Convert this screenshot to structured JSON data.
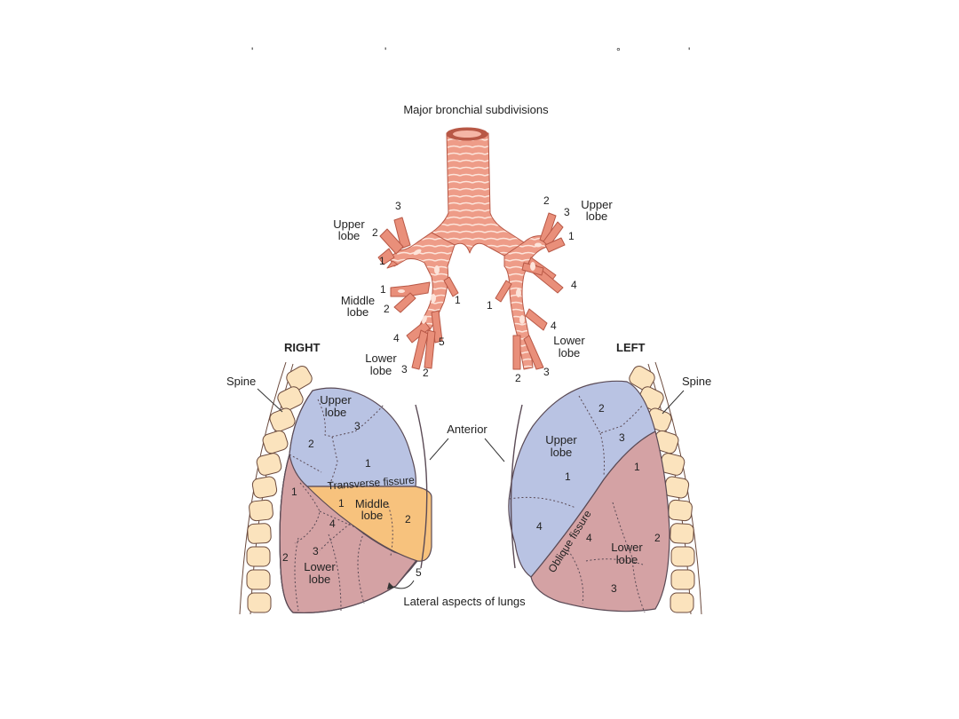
{
  "top_marks": [
    "'",
    "'",
    "°",
    "'"
  ],
  "title": "Major bronchial subdivisions",
  "bronchi": {
    "right_upper": {
      "label_1": "Upper",
      "label_2": "lobe",
      "n3": "3",
      "n2": "2",
      "n1": "1"
    },
    "right_middle": {
      "label_1": "Middle",
      "label_2": "lobe",
      "n1": "1",
      "n2": "2"
    },
    "right_lower": {
      "label_1": "Lower",
      "label_2": "lobe",
      "n1": "1",
      "n4": "4",
      "n5": "5",
      "n3": "3",
      "n2": "2"
    },
    "left_upper": {
      "label_1": "Upper",
      "label_2": "lobe",
      "n2": "2",
      "n3": "3",
      "n1": "1",
      "n4": "4"
    },
    "left_lower": {
      "label_1": "Lower",
      "label_2": "lobe",
      "n1": "1",
      "n4": "4",
      "n2": "2",
      "n3": "3"
    }
  },
  "right_heading": "RIGHT",
  "left_heading": "LEFT",
  "spine_right": "Spine",
  "spine_left": "Spine",
  "anterior": "Anterior",
  "caption": "Lateral aspects of lungs",
  "right_lung": {
    "upper_label_1": "Upper",
    "upper_label_2": "lobe",
    "u3": "3",
    "u2": "2",
    "u1": "1",
    "fissure": "Transverse fissure",
    "middle_label_1": "Middle",
    "middle_label_2": "lobe",
    "m1": "1",
    "m2": "2",
    "lower_label_1": "Lower",
    "lower_label_2": "lobe",
    "l1": "1",
    "l4": "4",
    "l3": "3",
    "l2": "2",
    "l5": "5"
  },
  "left_lung": {
    "upper_label_1": "Upper",
    "upper_label_2": "lobe",
    "u2": "2",
    "u3": "3",
    "u1": "1",
    "u4": "4",
    "fissure": "Oblique fissure",
    "lower_label_1": "Lower",
    "lower_label_2": "lobe",
    "l1": "1",
    "l4": "4",
    "l2": "2",
    "l3": "3"
  },
  "colors": {
    "bronchus": "#e98f7a",
    "bronchus_dark": "#b85846",
    "upper_lobe": "#b9c3e3",
    "middle_lobe": "#f7c27d",
    "lower_lobe": "#d4a2a4",
    "vertebra": "#fbe3bd",
    "outline": "#5a4a55"
  }
}
